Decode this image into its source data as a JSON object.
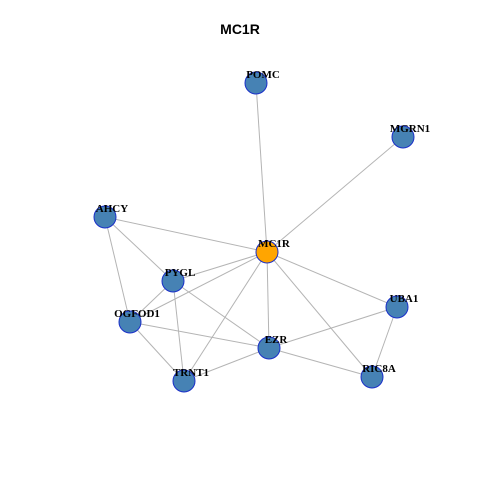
{
  "title": "MC1R",
  "colors": {
    "center_node": "#ffa500",
    "node": "#4682b4",
    "node_border": "#1a2fc9",
    "edge": "#b4b4b4"
  },
  "nodes": [
    {
      "id": "POMC",
      "label": "POMC",
      "center": false
    },
    {
      "id": "MGRN1",
      "label": "MGRN1",
      "center": false
    },
    {
      "id": "AHCY",
      "label": "AHCY",
      "center": false
    },
    {
      "id": "MC1R",
      "label": "MC1R",
      "center": true
    },
    {
      "id": "PYGL",
      "label": "PYGL",
      "center": false
    },
    {
      "id": "UBA1",
      "label": "UBA1",
      "center": false
    },
    {
      "id": "OGFOD1",
      "label": "OGFOD1",
      "center": false
    },
    {
      "id": "EZR",
      "label": "EZR",
      "center": false
    },
    {
      "id": "RIC8A",
      "label": "RIC8A",
      "center": false
    },
    {
      "id": "TRNT1",
      "label": "TRNT1",
      "center": false
    }
  ],
  "edges": [
    [
      "MC1R",
      "POMC"
    ],
    [
      "MC1R",
      "MGRN1"
    ],
    [
      "MC1R",
      "AHCY"
    ],
    [
      "MC1R",
      "PYGL"
    ],
    [
      "MC1R",
      "OGFOD1"
    ],
    [
      "MC1R",
      "EZR"
    ],
    [
      "MC1R",
      "TRNT1"
    ],
    [
      "MC1R",
      "UBA1"
    ],
    [
      "MC1R",
      "RIC8A"
    ],
    [
      "AHCY",
      "PYGL"
    ],
    [
      "AHCY",
      "OGFOD1"
    ],
    [
      "PYGL",
      "TRNT1"
    ],
    [
      "PYGL",
      "OGFOD1"
    ],
    [
      "PYGL",
      "EZR"
    ],
    [
      "OGFOD1",
      "EZR"
    ],
    [
      "OGFOD1",
      "TRNT1"
    ],
    [
      "EZR",
      "TRNT1"
    ],
    [
      "EZR",
      "UBA1"
    ],
    [
      "EZR",
      "RIC8A"
    ],
    [
      "UBA1",
      "RIC8A"
    ]
  ]
}
